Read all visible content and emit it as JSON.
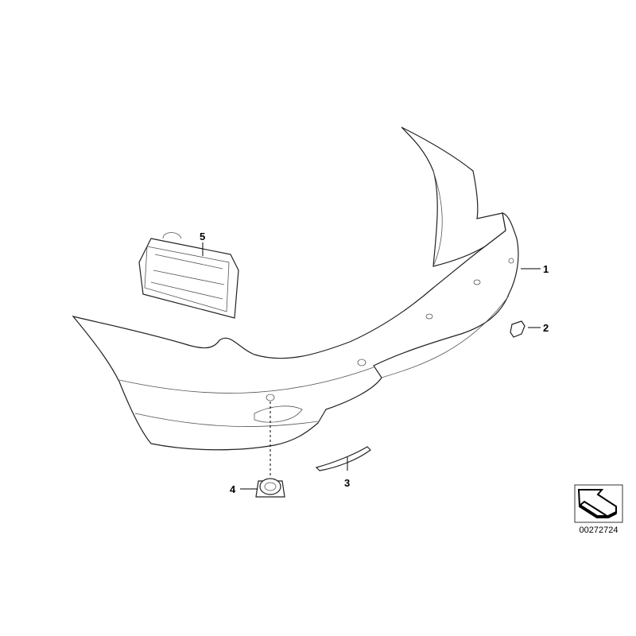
{
  "diagram": {
    "part_labels": [
      {
        "id": "1",
        "part": "bumper-cover"
      },
      {
        "id": "2",
        "part": "clip"
      },
      {
        "id": "3",
        "part": "reflector-strip"
      },
      {
        "id": "4",
        "part": "park-sensor"
      },
      {
        "id": "5",
        "part": "bracket-grille"
      }
    ],
    "diagram_code": "00272724",
    "logo_icon": "arrow-orientation-icon",
    "line_color": "#000000",
    "background": "#ffffff"
  }
}
